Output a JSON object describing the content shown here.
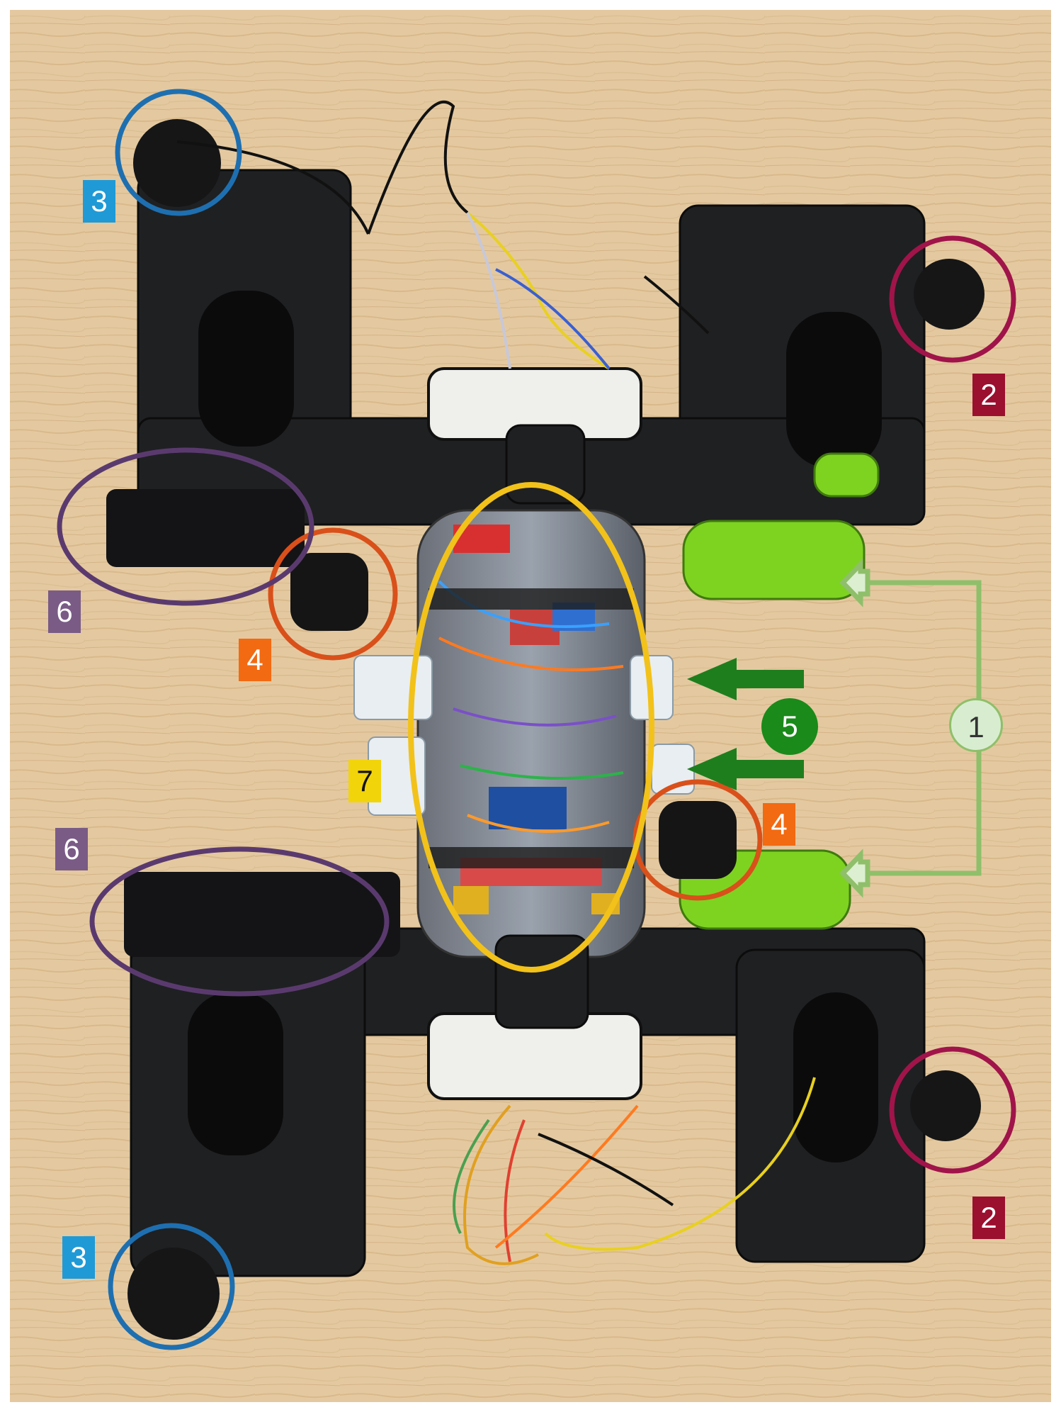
{
  "photo": {
    "subject": "ROV",
    "annotation_colors": {
      "thruster_ring_red": "#a0144a",
      "thruster_ring_blue": "#1e6fb0",
      "camera_ring_orange": "#d9501a",
      "light_ring_purple": "#5a3a6e",
      "electronics_ring_yellow": "#f2c21a",
      "arrow_green": "#1e7e1e",
      "bracket_lightgreen": "#8fbf6a"
    }
  },
  "labels": {
    "l1": "1",
    "l2a": "2",
    "l2b": "2",
    "l3a": "3",
    "l3b": "3",
    "l4a": "4",
    "l4b": "4",
    "l5": "5",
    "l6a": "6",
    "l6b": "6",
    "l7": "7"
  },
  "badge_colors": {
    "red": "#9b0f2f",
    "blue": "#1f9ad6",
    "orange": "#f26a12",
    "purple": "#7a5b86",
    "yellow": "#f2d40a",
    "green": "#1a8a1a",
    "lightgreen": "#d8edd0"
  }
}
